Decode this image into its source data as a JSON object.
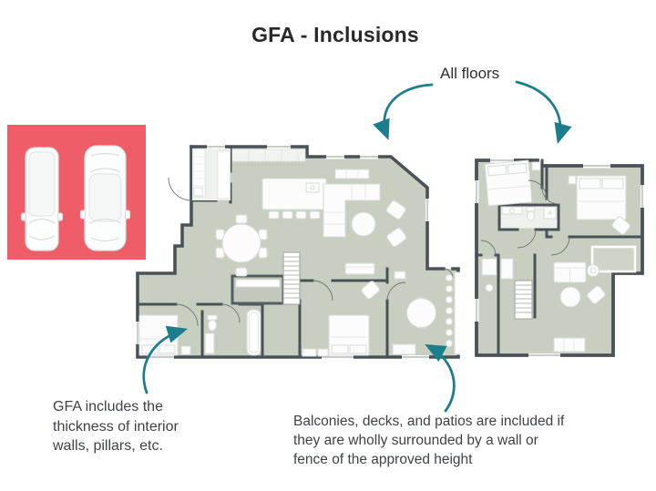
{
  "title": "GFA - Inclusions",
  "labels": {
    "all_floors": "All floors"
  },
  "notes": {
    "interior_walls": "GFA includes the\nthickness of interior\nwalls, pillars, etc.",
    "balconies": "Balconies, decks, and patios are included if\nthey are wholly surrounded by a wall or\nfence of the approved height"
  },
  "colors": {
    "garage_red": "#ee5d68",
    "floor_sage": "#c8cfc1",
    "wall_dark": "#4b5257",
    "arrow_teal": "#1c7e8d",
    "title_text": "#28292b",
    "note_text": "#3e4347",
    "furniture_white": "#fbfcfb"
  },
  "icons": {
    "garage": "two-cars-top-view-icon",
    "arrow_left_all_floors": "curved-arrow-to-main-floor-icon",
    "arrow_right_all_floors": "curved-arrow-to-upper-floor-icon",
    "arrow_interior_wall": "curved-arrow-to-interior-wall-icon",
    "arrow_patio": "curved-arrow-to-patio-icon",
    "plan_main": "main-floor-plan",
    "plan_upper": "upper-floor-plan"
  }
}
